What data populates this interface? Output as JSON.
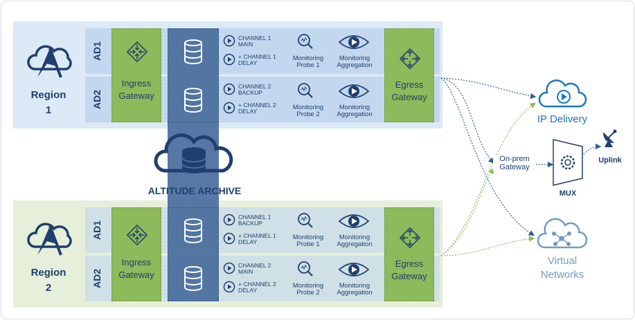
{
  "regions": [
    {
      "label_line1": "Region",
      "label_line2": "1",
      "ads": [
        {
          "label": "AD1",
          "channel_a": "CHANNEL 1\nMAIN",
          "channel_b": "+ CHANNEL 1\nDELAY",
          "probe": "Monitoring\nProbe 1",
          "aggregation": "Monitoring\nAggregation"
        },
        {
          "label": "AD2",
          "channel_a": "CHANNEL 2\nBACKUP",
          "channel_b": "+ CHANNEL 2\nDELAY",
          "probe": "Monitoring\nProbe 2",
          "aggregation": "Monitoring\nAggregation"
        }
      ]
    },
    {
      "label_line1": "Region",
      "label_line2": "2",
      "ads": [
        {
          "label": "AD1",
          "channel_a": "CHANNEL 1\nBACKUP",
          "channel_b": "+ CHANNEL 1\nDELAY",
          "probe": "Monitoring\nProbe 1",
          "aggregation": "Monitoring\nAggregation"
        },
        {
          "label": "AD2",
          "channel_a": "CHANNEL 2\nMAIN",
          "channel_b": "+ CHANNEL 2\nDELAY",
          "probe": "Monitoring\nProbe 2",
          "aggregation": "Monitoring\nAggregation"
        }
      ]
    }
  ],
  "ingress_gateway": "Ingress\nGateway",
  "egress_gateway": "Egress\nGateway",
  "archive_label": "ALTITUDE ARCHIVE",
  "destinations": {
    "ip_delivery": "IP Delivery",
    "onprem_gateway": "On-prem\nGateway",
    "mux": "MUX",
    "uplink": "Uplink",
    "virtual_networks": "Virtual\nNetworks"
  },
  "colors": {
    "region1_bg": "#dce9f6",
    "region2_bg": "#e5efd9",
    "ad_row": "#c3d8ee",
    "gateway_green": "#8dba5a",
    "archive_blue": "#496d9c",
    "text_navy": "#1f3f6e",
    "ip_blue": "#1b75bc",
    "virtual_gray": "#6f9bc4",
    "link_green": "#8dba5a"
  }
}
